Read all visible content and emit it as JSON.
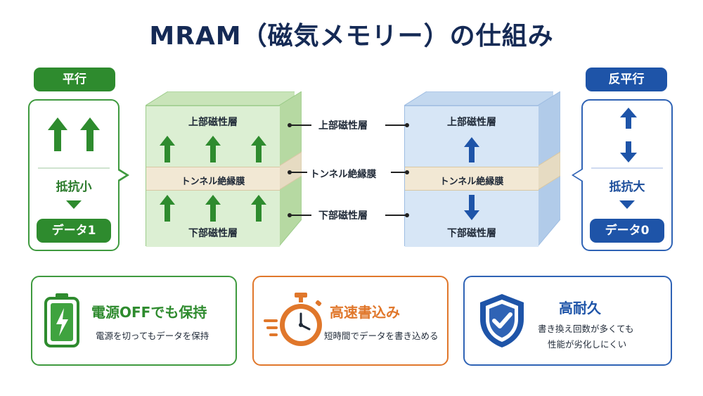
{
  "title": "MRAM（磁気メモリー）の仕組み",
  "parallel": {
    "tag": "平行",
    "resistance": "抵抗小",
    "data": "データ1"
  },
  "antiparallel": {
    "tag": "反平行",
    "resistance": "抵抗大",
    "data": "データ0"
  },
  "layers": {
    "upper": "上部磁性層",
    "tunnel": "トンネル絶縁膜",
    "lower": "下部磁性層"
  },
  "callouts": {
    "upper": "上部磁性層",
    "tunnel": "トンネル絶縁膜",
    "lower": "下部磁性層"
  },
  "features": [
    {
      "title": "電源OFFでも保持",
      "desc": "電源を切ってもデータを保持",
      "icon": "battery-icon"
    },
    {
      "title": "高速書込み",
      "desc": "短時間でデータを書き込める",
      "icon": "stopwatch-icon"
    },
    {
      "title": "高耐久",
      "desc_line1": "書き換え回数が多くても",
      "desc_line2": "性能が劣化しにくい",
      "icon": "shield-check-icon"
    }
  ],
  "colors": {
    "green": "#2e8b2e",
    "blue": "#1e54a8",
    "orange": "#e0772b",
    "title": "#152a55"
  }
}
